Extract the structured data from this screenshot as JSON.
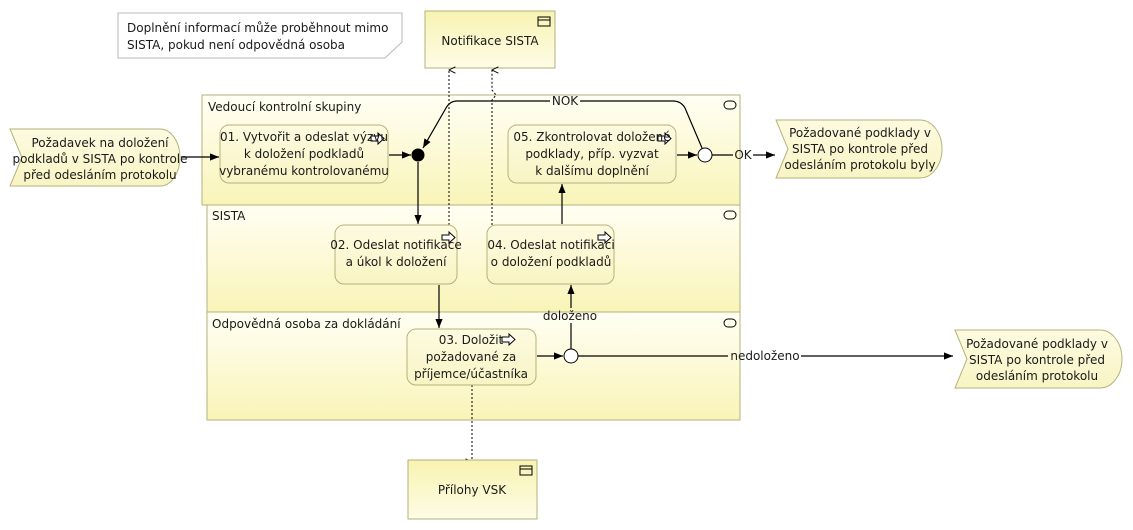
{
  "note": {
    "lines": [
      "Doplnění informací může proběhnout mimo",
      "SISTA, pokud není odpovědná osoba"
    ]
  },
  "data_objects": {
    "notifikace": {
      "label": "Notifikace SISTA",
      "icon": "data-store-icon"
    },
    "prilohy": {
      "label": "Přílohy VSK",
      "icon": "data-store-icon"
    }
  },
  "lanes": [
    {
      "name": "Vedoucí kontrolní skupiny",
      "icon": "lane-toggle-icon"
    },
    {
      "name": "SISTA",
      "icon": "lane-toggle-icon"
    },
    {
      "name": "Odpovědná osoba za dokládání",
      "icon": "lane-toggle-icon"
    }
  ],
  "events": {
    "start": {
      "lines": [
        "Požadavek na doložení",
        "podkladů v SISTA po kontrole",
        "před odesláním protokolu"
      ]
    },
    "end_ok": {
      "lines": [
        "Požadované podklady v",
        "SISTA po kontrole před",
        "odesláním protokolu byly"
      ]
    },
    "end_nok": {
      "lines": [
        "Požadované podklady v",
        "SISTA po kontrole před",
        "odesláním protokolu"
      ]
    }
  },
  "tasks": [
    {
      "id": "01",
      "lines": [
        "01. Vytvořit a odeslat výzvu",
        "k doložení podkladů",
        "vybranému kontrolovanému"
      ]
    },
    {
      "id": "02",
      "lines": [
        "02. Odeslat notifikace",
        "a úkol k doložení"
      ]
    },
    {
      "id": "03",
      "lines": [
        "03. Doložit",
        "požadované za",
        "příjemce/účastníka"
      ]
    },
    {
      "id": "04",
      "lines": [
        "04. Odeslat notifikaci",
        "o doložení podkladů"
      ]
    },
    {
      "id": "05",
      "lines": [
        "05. Zkontrolovat doložené",
        "podklady, příp. vyzvat",
        "k dalšímu doplnění"
      ]
    }
  ],
  "flow_labels": {
    "nok": "NOK",
    "ok": "OK",
    "dolozeno": "doloženo",
    "nedolozeno": "nedoloženo"
  },
  "colors": {
    "lane_top": "#fbf7c0",
    "lane_bottom": "#fffff0",
    "border": "#b5b27a",
    "task_fill": "#fcf9d2",
    "line": "#000000"
  }
}
